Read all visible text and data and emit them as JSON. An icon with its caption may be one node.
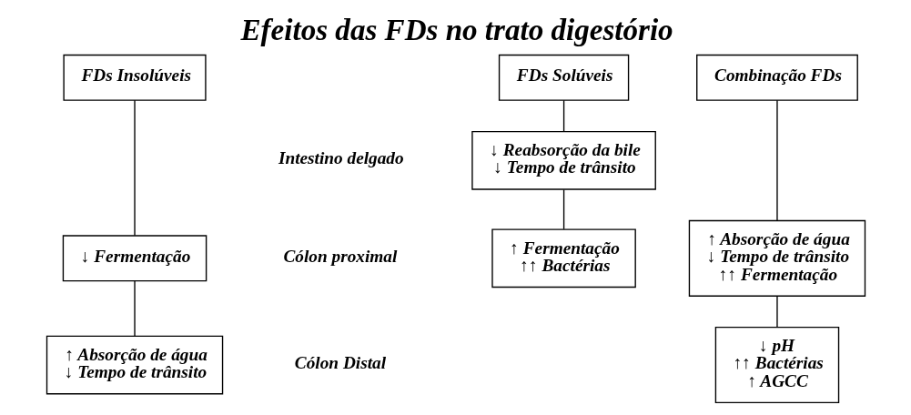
{
  "diagram": {
    "title": "Efeitos das FDs no trato digestório",
    "nodes": [
      {
        "text": [
          "FDs Insolúveis"
        ]
      },
      {
        "text": [
          "FDs Solúveis"
        ]
      },
      {
        "text": [
          "Combinação FDs"
        ]
      },
      {
        "text": [
          "↓ Fermentação"
        ]
      },
      {
        "text": [
          "↑ Absorção de água",
          "↓ Tempo de trânsito"
        ]
      },
      {
        "text": [
          "↓ Reabsorção da bile",
          "↓ Tempo de trânsito"
        ]
      },
      {
        "text": [
          "↑ Fermentação",
          "↑↑ Bactérias"
        ]
      },
      {
        "text": [
          "↑ Absorção de água",
          "↓ Tempo de trânsito",
          "↑↑ Fermentação"
        ]
      },
      {
        "text": [
          "↓ pH",
          "↑↑ Bactérias",
          "↑ AGCC"
        ]
      }
    ],
    "edges": [
      {
        "from": 0,
        "to": 3,
        "arrow": "none"
      },
      {
        "from": 3,
        "to": 4,
        "arrow": "none"
      },
      {
        "from": 1,
        "to": 5,
        "arrow": "none"
      },
      {
        "from": 5,
        "to": 6,
        "arrow": "none"
      },
      {
        "from": 2,
        "to": 7,
        "arrow": "none"
      },
      {
        "from": 7,
        "to": 8,
        "arrow": "none"
      }
    ],
    "labels": [
      "Intestino delgado",
      "Cólon proximal",
      "Cólon Distal"
    ]
  }
}
